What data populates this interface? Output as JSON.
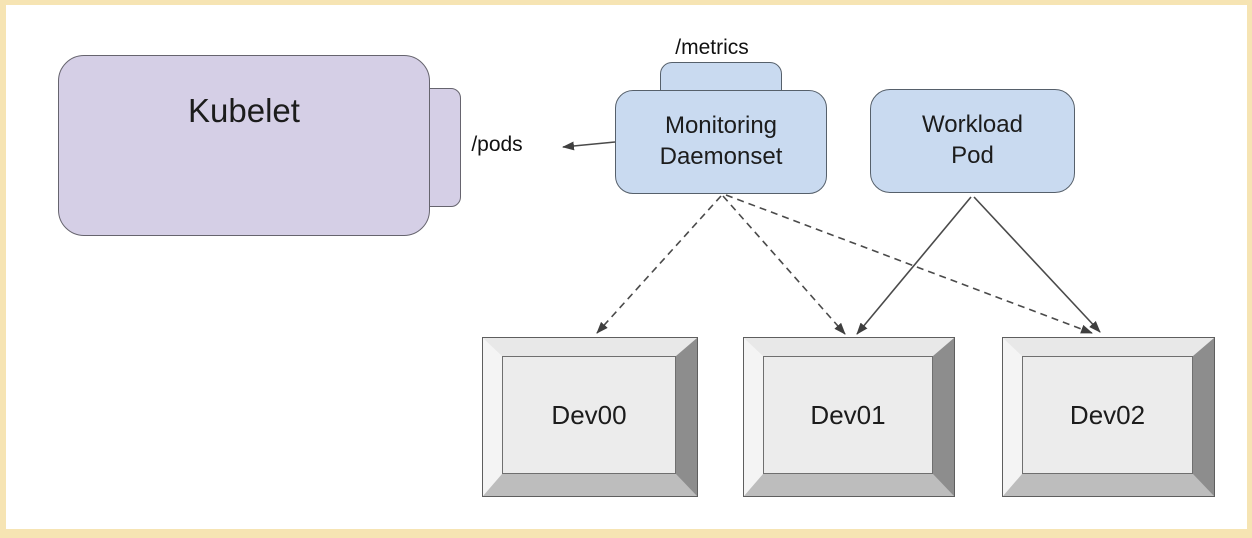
{
  "diagram": {
    "nodes": {
      "kubelet": {
        "label": "Kubelet"
      },
      "monitoring_daemonset": {
        "label": "Monitoring\nDaemonset"
      },
      "workload_pod": {
        "label": "Workload\nPod"
      },
      "devices": [
        {
          "label": "Dev00"
        },
        {
          "label": "Dev01"
        },
        {
          "label": "Dev02"
        }
      ]
    },
    "labels": {
      "pods_endpoint": "/pods",
      "metrics_endpoint": "/metrics"
    },
    "edges": [
      {
        "from": "monitoring_daemonset",
        "to": "kubelet",
        "via": "/pods",
        "style": "solid-arrow"
      },
      {
        "from": "monitoring_daemonset",
        "to": "Dev00",
        "style": "dashed-arrow"
      },
      {
        "from": "monitoring_daemonset",
        "to": "Dev01",
        "style": "dashed-arrow"
      },
      {
        "from": "monitoring_daemonset",
        "to": "Dev02",
        "style": "dashed-arrow"
      },
      {
        "from": "workload_pod",
        "to": "Dev01",
        "style": "solid-arrow"
      },
      {
        "from": "workload_pod",
        "to": "Dev02",
        "style": "solid-arrow"
      }
    ],
    "colors": {
      "kubelet_fill": "#d5cfe6",
      "pod_fill": "#c9daf0",
      "page_border": "#f6e4b3",
      "edge_line": "#4a4a4a",
      "device_panel": "#ececec",
      "device_bevel_dark": "#8d8d8d"
    }
  }
}
